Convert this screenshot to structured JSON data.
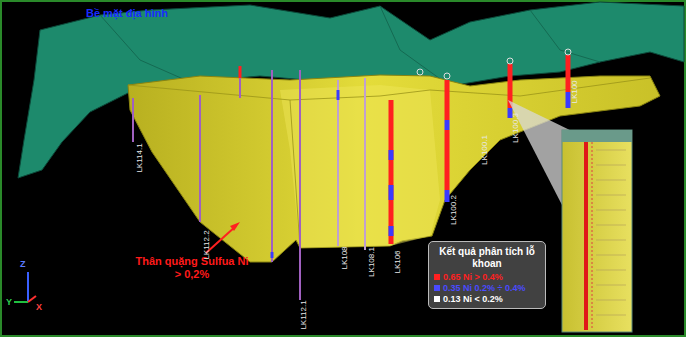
{
  "diagram": {
    "nodes": [
      {
        "text": [
          "Kết quả phân tích lỗ khoan"
        ]
      }
    ],
    "labels": [
      "Bề mặt địa hình",
      "Thân quặng Sulfua Ni > 0,2%",
      "LK114.1",
      "LK112.2",
      "LK112.1",
      "LK108",
      "LK108.1",
      "LK106",
      "LK100.2",
      "LK100.1",
      "LK100.3",
      "LK100",
      "Z",
      "Y",
      "X"
    ],
    "legend": [
      {
        "text": "0.65 Ni > 0.4%",
        "color": "#ff2020"
      },
      {
        "text": "0.35 Ni 0.2% ÷ 0.4%",
        "color": "#4a4aff"
      },
      {
        "text": "0.13 Ni < 0.2%",
        "color": "#ffffff"
      }
    ]
  }
}
